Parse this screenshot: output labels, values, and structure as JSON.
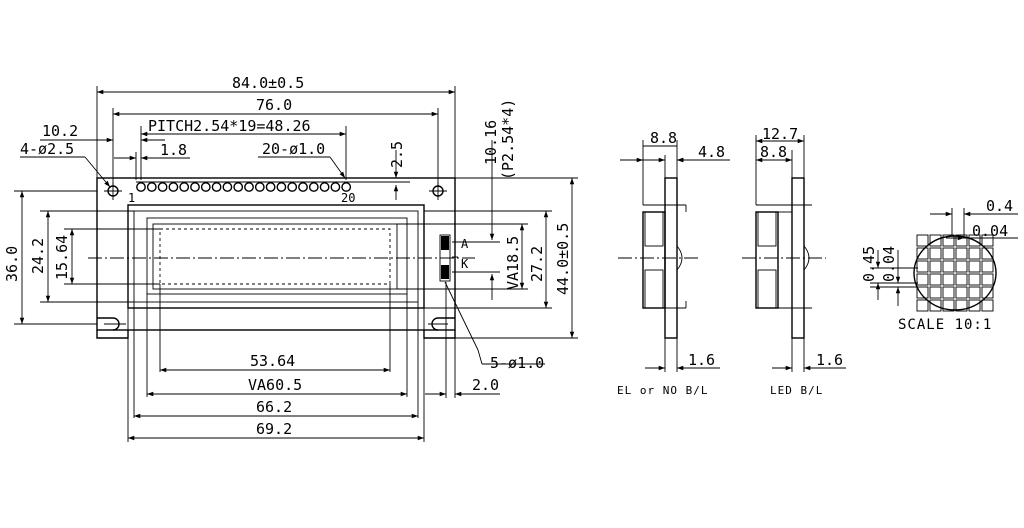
{
  "front_view": {
    "dim_overall_width": "84.0±0.5",
    "dim_hole_pitch": "76.0",
    "dim_pin_pitch": "PITCH2.54*19=48.26",
    "dim_pin1_offset": "10.2",
    "dim_mount_holes": "4-ø2.5",
    "dim_pin_step": "1.8",
    "dim_pin_holes": "20-ø1.0",
    "dim_pin_row_offset": "2.5",
    "pin_first": "1",
    "pin_last": "20",
    "dim_led_pitch": "10.16",
    "dim_led_pitch_note": "(P2.54*4)",
    "dim_overall_height": "36.0",
    "dim_bezel_height": "24.2",
    "dim_view_height": "15.64",
    "dim_va_height": "VA18.5",
    "dim_bezel_total": "27.2",
    "dim_module_height": "44.0±0.5",
    "led_anode": "A",
    "led_cathode": "K",
    "dim_led_holes": "5-ø1.0",
    "dim_active_width": "53.64",
    "dim_va_width": "VA60.5",
    "dim_led_offset": "2.0",
    "dim_bezel_width": "66.2",
    "dim_outline_width": "69.2"
  },
  "side_view_el": {
    "dim_total": "8.8",
    "dim_pcb": "4.8",
    "dim_board": "1.6",
    "caption": "EL or NO B/L"
  },
  "side_view_led": {
    "dim_total": "12.7",
    "dim_inner": "8.8",
    "dim_board": "1.6",
    "caption": "LED B/L"
  },
  "dot_detail": {
    "dim_dot_w": "0.4",
    "dim_gap_w": "0.04",
    "dim_dot_h": "0.45",
    "dim_gap_h": "0.04",
    "scale": "SCALE 10:1"
  }
}
